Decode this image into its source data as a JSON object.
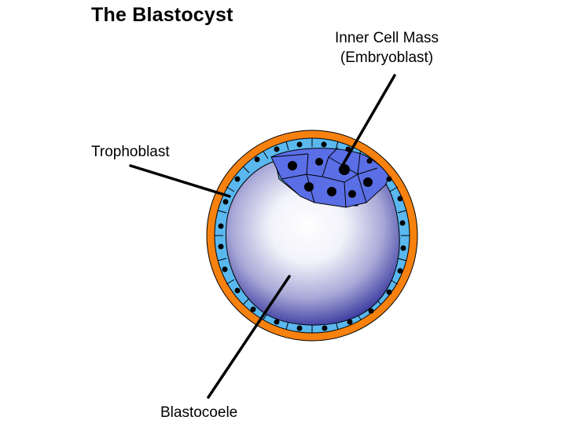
{
  "title": "The Blastocyst",
  "labels": {
    "inner_cell_mass_line1": "Inner Cell Mass",
    "inner_cell_mass_line2": "(Embryoblast)",
    "trophoblast": "Trophoblast",
    "blastocoele": "Blastocoele"
  },
  "colors": {
    "zona_pellucida": "#f7810f",
    "trophoblast_cells": "#5ab8ef",
    "inner_cell_mass": "#5a6ee6",
    "blastocoele_center": "#ffffff",
    "blastocoele_edge": "#3a3aa0",
    "nucleus": "#000000",
    "leader_line": "#000000"
  }
}
